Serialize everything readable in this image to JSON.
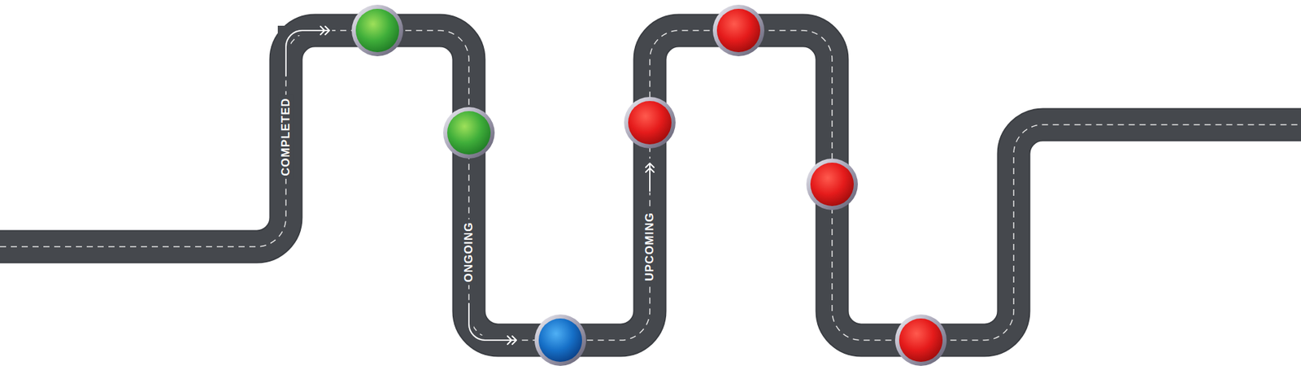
{
  "diagram": {
    "labels": [
      "COMPLETED",
      "ONGOING",
      "UPCOMING"
    ]
  }
}
